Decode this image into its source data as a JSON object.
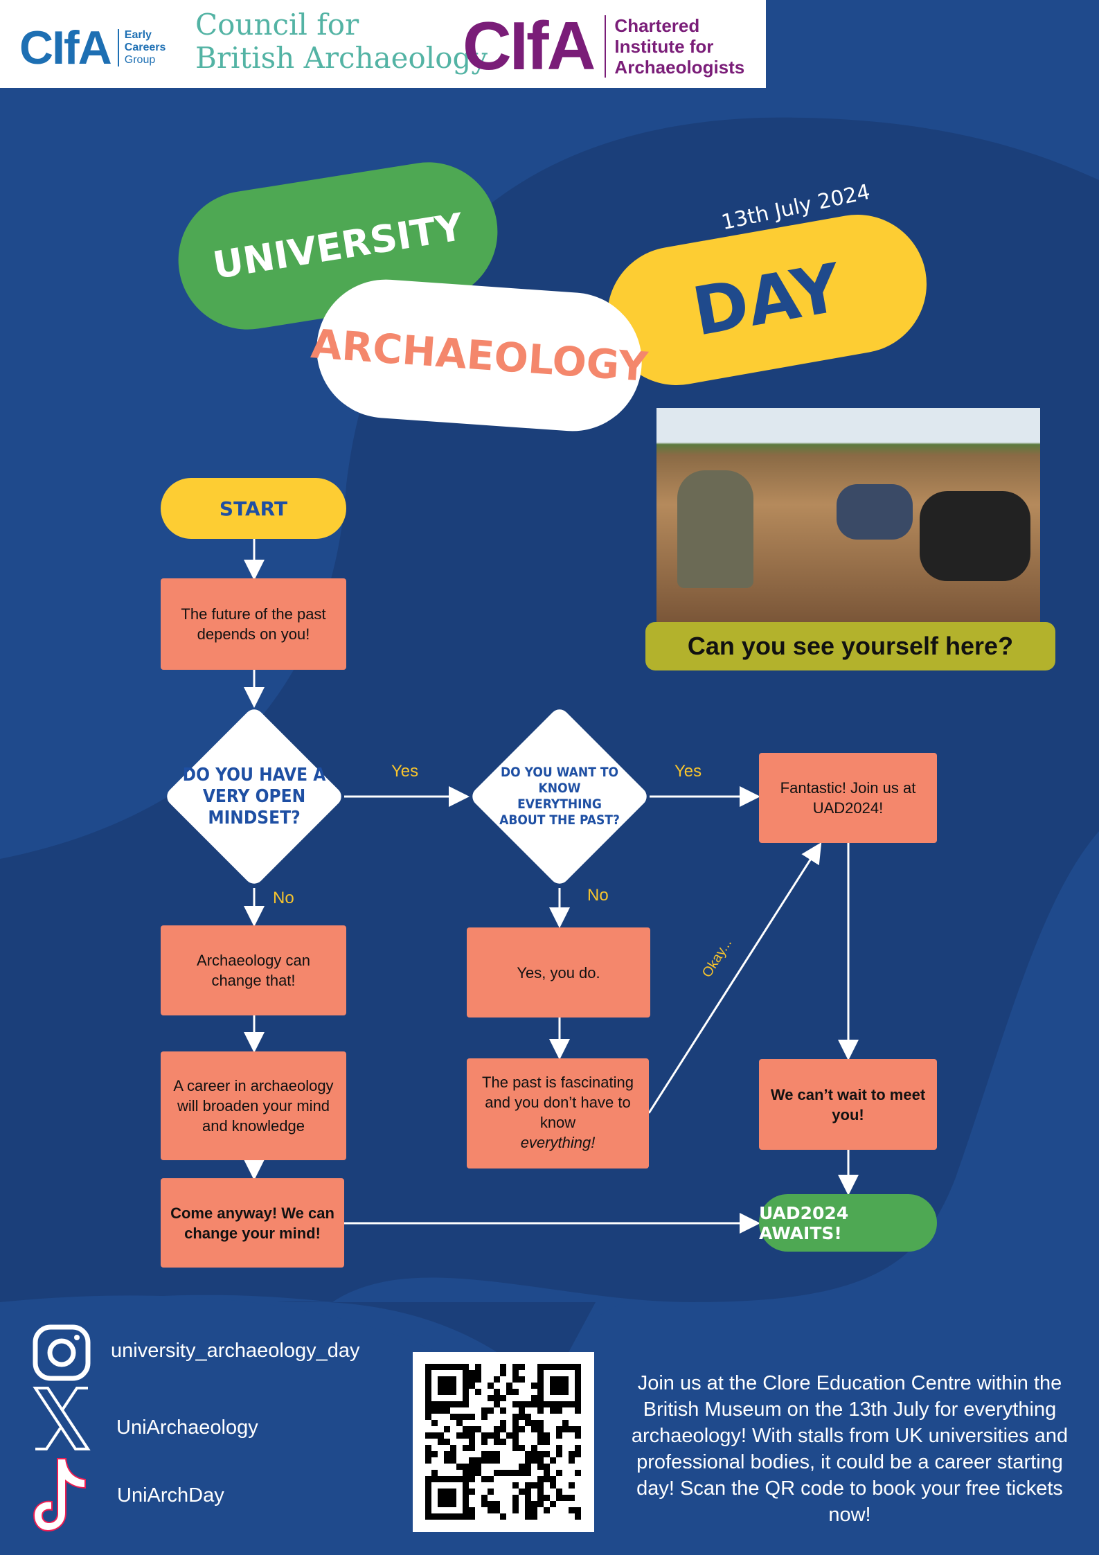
{
  "header": {
    "logo_ecg_mark": "CIfA",
    "logo_ecg_sub": [
      "Early",
      "Careers",
      "Group"
    ],
    "logo_cba": [
      "Council for",
      "British Archaeology"
    ],
    "logo_cifa_mark": "CIfA",
    "logo_cifa_sub": [
      "Chartered",
      "Institute for",
      "Archaeologists"
    ]
  },
  "title": {
    "word1": "UNIVERSITY",
    "word2": "ARCHAEOLOGY",
    "word3": "DAY",
    "date": "13th July 2024"
  },
  "photo": {
    "caption": "Can you see yourself here?"
  },
  "flow": {
    "start": "START",
    "box_future": "The future of the past depends on you!",
    "q1": "DO YOU HAVE A VERY OPEN MINDSET?",
    "q2": "DO YOU WANT TO KNOW EVERYTHING ABOUT THE PAST?",
    "yes1": "Yes",
    "yes2": "Yes",
    "no1": "No",
    "no2": "No",
    "okay": "Okay...",
    "fantastic": "Fantastic! Join us at UAD2024!",
    "change": "Archaeology can change that!",
    "career": "A career in archaeology will broaden your mind and knowledge",
    "come": "Come anyway! We can change your mind!",
    "yes_you_do": "Yes, you do.",
    "past_is": "The past is fascinating and you don’t have to know",
    "past_em": "everything!",
    "cant_wait": "We can’t wait to meet you!",
    "awaits": "UAD2024 AWAITS!"
  },
  "footer": {
    "instagram": "university_archaeology_day",
    "x": "UniArchaeology",
    "tiktok": "UniArchDay",
    "blurb": "Join us at the Clore Education Centre within the British Museum on the 13th July for everything archaeology! With stalls from UK universities and professional bodies, it could be a career starting day! Scan the QR code to book your free tickets now!"
  },
  "colors": {
    "bg": "#1f4a8c",
    "bg_dark": "#1b3f7a",
    "green": "#4ea853",
    "yellow": "#fdcd33",
    "salmon": "#f4876c",
    "navy_text": "#1e4fa3"
  }
}
